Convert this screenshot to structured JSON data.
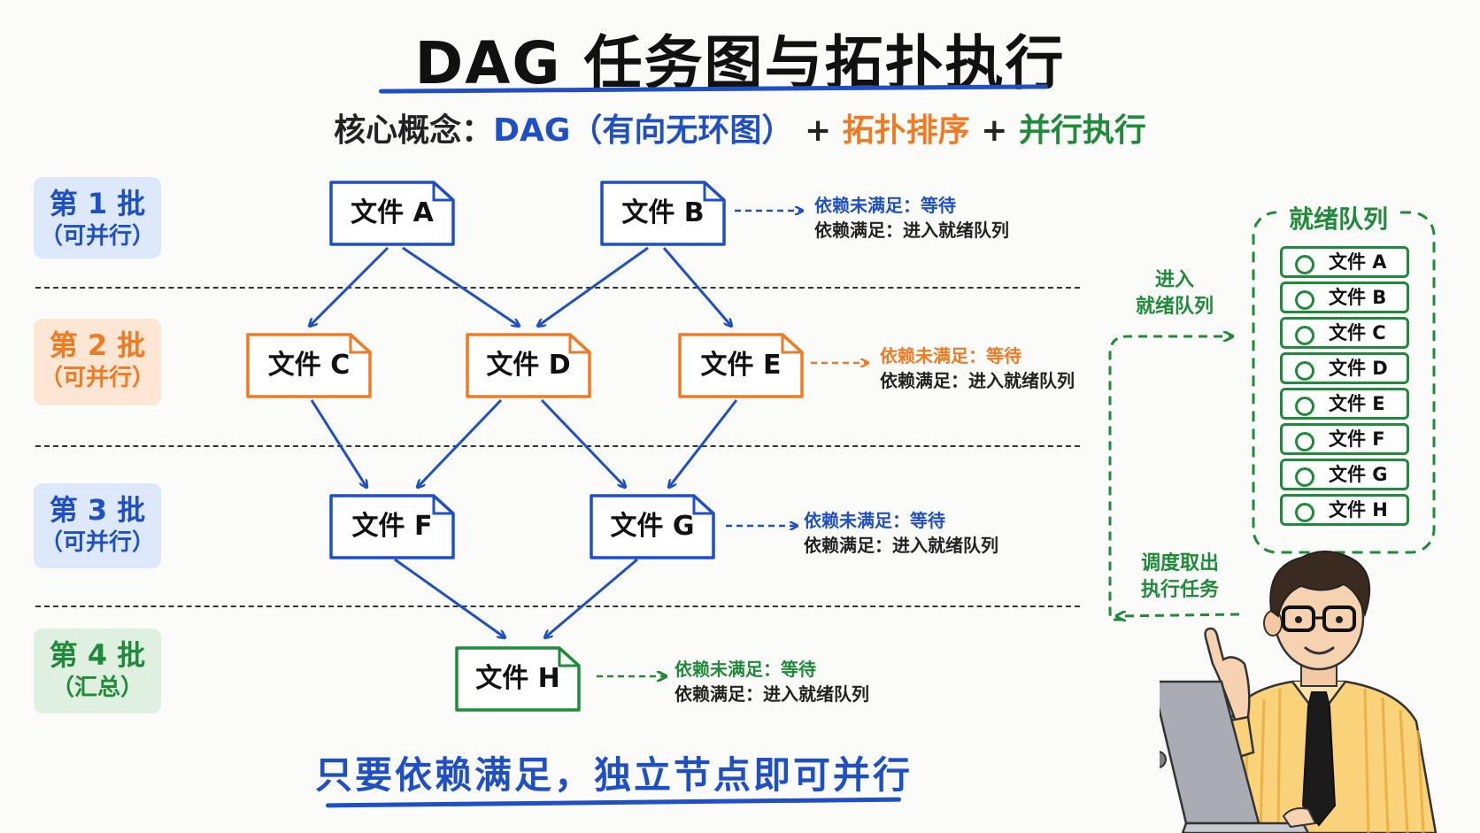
{
  "title": "DAG 任务图与拓扑执行",
  "subtitle": {
    "prefix": "核心概念：",
    "dag": "DAG（有向无环图）",
    "plus1": " + ",
    "topo": "拓扑排序",
    "plus2": " + ",
    "parallel": "并行执行"
  },
  "batches": [
    {
      "line1": "第 1 批",
      "line2": "（可并行）"
    },
    {
      "line1": "第 2 批",
      "line2": "（可并行）"
    },
    {
      "line1": "第 3 批",
      "line2": "（可并行）"
    },
    {
      "line1": "第 4 批",
      "line2": "（汇总）"
    }
  ],
  "files": {
    "A": "文件 A",
    "B": "文件 B",
    "C": "文件 C",
    "D": "文件 D",
    "E": "文件 E",
    "F": "文件 F",
    "G": "文件 G",
    "H": "文件 H"
  },
  "note": {
    "waiting": "依赖未满足：等待",
    "ready": "依赖满足：进入就绪队列"
  },
  "queue": {
    "title": "就绪队列",
    "items": [
      "文件 A",
      "文件 B",
      "文件 C",
      "文件 D",
      "文件 E",
      "文件 F",
      "文件 G",
      "文件 H"
    ]
  },
  "flow": {
    "enter_line1": "进入",
    "enter_line2": "就绪队列",
    "dispatch_line1": "调度取出",
    "dispatch_line2": "执行任务"
  },
  "bottom_text": "只要依赖满足，独立节点即可并行",
  "colors": {
    "blue": "#1f4fc4",
    "orange": "#f07a22",
    "green": "#1f8a3a"
  }
}
